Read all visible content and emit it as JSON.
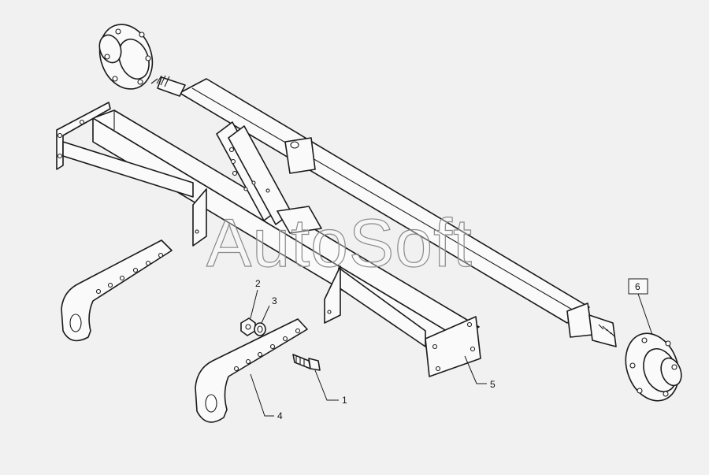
{
  "watermark": "AutoSoft",
  "callouts": {
    "c1": "1",
    "c2": "2",
    "c3": "3",
    "c4": "4",
    "c5": "5",
    "c6": "6"
  },
  "boxed_callouts": [
    "6"
  ],
  "colors": {
    "background": "#f1f1f1",
    "line": "#1a1a1a"
  }
}
